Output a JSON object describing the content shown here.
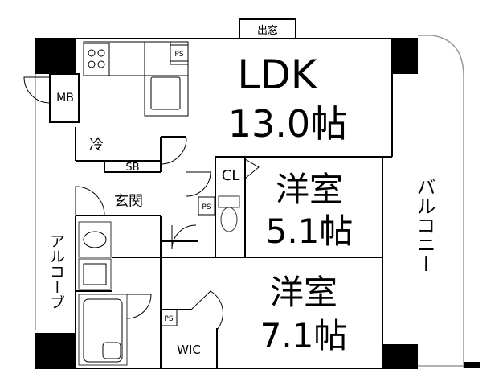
{
  "rooms": {
    "ldk": {
      "name": "LDK",
      "size": "13.0帖"
    },
    "western1": {
      "name": "洋室",
      "size": "5.1帖"
    },
    "western2": {
      "name": "洋室",
      "size": "7.1帖"
    }
  },
  "labels": {
    "bay_window": "出窓",
    "balcony": "バルコニー",
    "alcove": "アルコーブ",
    "entrance": "玄関",
    "shoe_box": "SB",
    "meter_box": "MB",
    "fridge": "冷",
    "closet": "CL",
    "walk_in_closet": "WIC",
    "pipe_space": "PS"
  }
}
